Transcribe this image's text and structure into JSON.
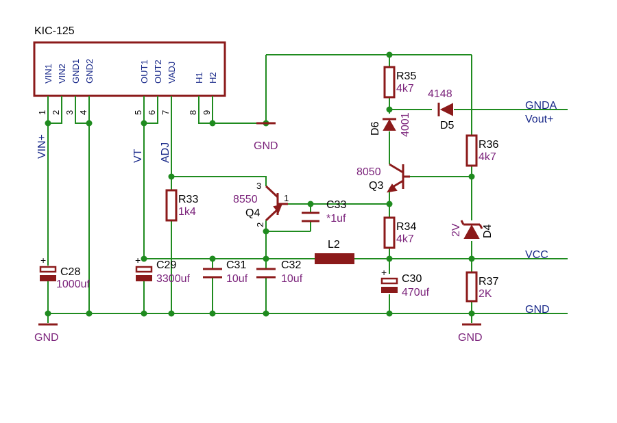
{
  "ic": {
    "name": "KIC-125",
    "pins": [
      "VIN1",
      "VIN2",
      "GND1",
      "GND2",
      "OUT1",
      "OUT2",
      "VADJ",
      "H1",
      "H2"
    ],
    "pin_numbers": [
      "1",
      "2",
      "3",
      "4",
      "5",
      "6",
      "7",
      "8",
      "9"
    ]
  },
  "nets": {
    "vin": "VIN+",
    "vt": "VT",
    "adj": "ADJ",
    "gnda": "GNDA",
    "vout": "Vout+",
    "vcc": "VCC",
    "gnd_rail": "GND",
    "gnd_sym_top": "GND",
    "gnd_sym_left": "GND",
    "gnd_sym_right": "GND"
  },
  "components": {
    "r33": {
      "name": "R33",
      "value": "1k4"
    },
    "r34": {
      "name": "R34",
      "value": "4k7"
    },
    "r35": {
      "name": "R35",
      "value": "4k7"
    },
    "r36": {
      "name": "R36",
      "value": "4k7"
    },
    "r37": {
      "name": "R37",
      "value": "2K"
    },
    "c28": {
      "name": "C28",
      "value": "1000uf"
    },
    "c29": {
      "name": "C29",
      "value": "3300uf"
    },
    "c30": {
      "name": "C30",
      "value": "470uf"
    },
    "c31": {
      "name": "C31",
      "value": "10uf"
    },
    "c32": {
      "name": "C32",
      "value": "10uf"
    },
    "c33": {
      "name": "C33",
      "value": "*1uf"
    },
    "l2": {
      "name": "L2"
    },
    "q3": {
      "name": "Q3",
      "value": "8050"
    },
    "q4": {
      "name": "Q4",
      "value": "8550",
      "pins": [
        "3",
        "1",
        "2"
      ]
    },
    "d4": {
      "name": "D4",
      "value": "2V"
    },
    "d5": {
      "name": "D5",
      "value": "4148"
    },
    "d6": {
      "name": "D6",
      "value": "4001"
    }
  },
  "colors": {
    "wire": "#1f8b1f",
    "component": "#8b1a1a",
    "value": "#7b237b",
    "net": "#1a2a8a"
  }
}
